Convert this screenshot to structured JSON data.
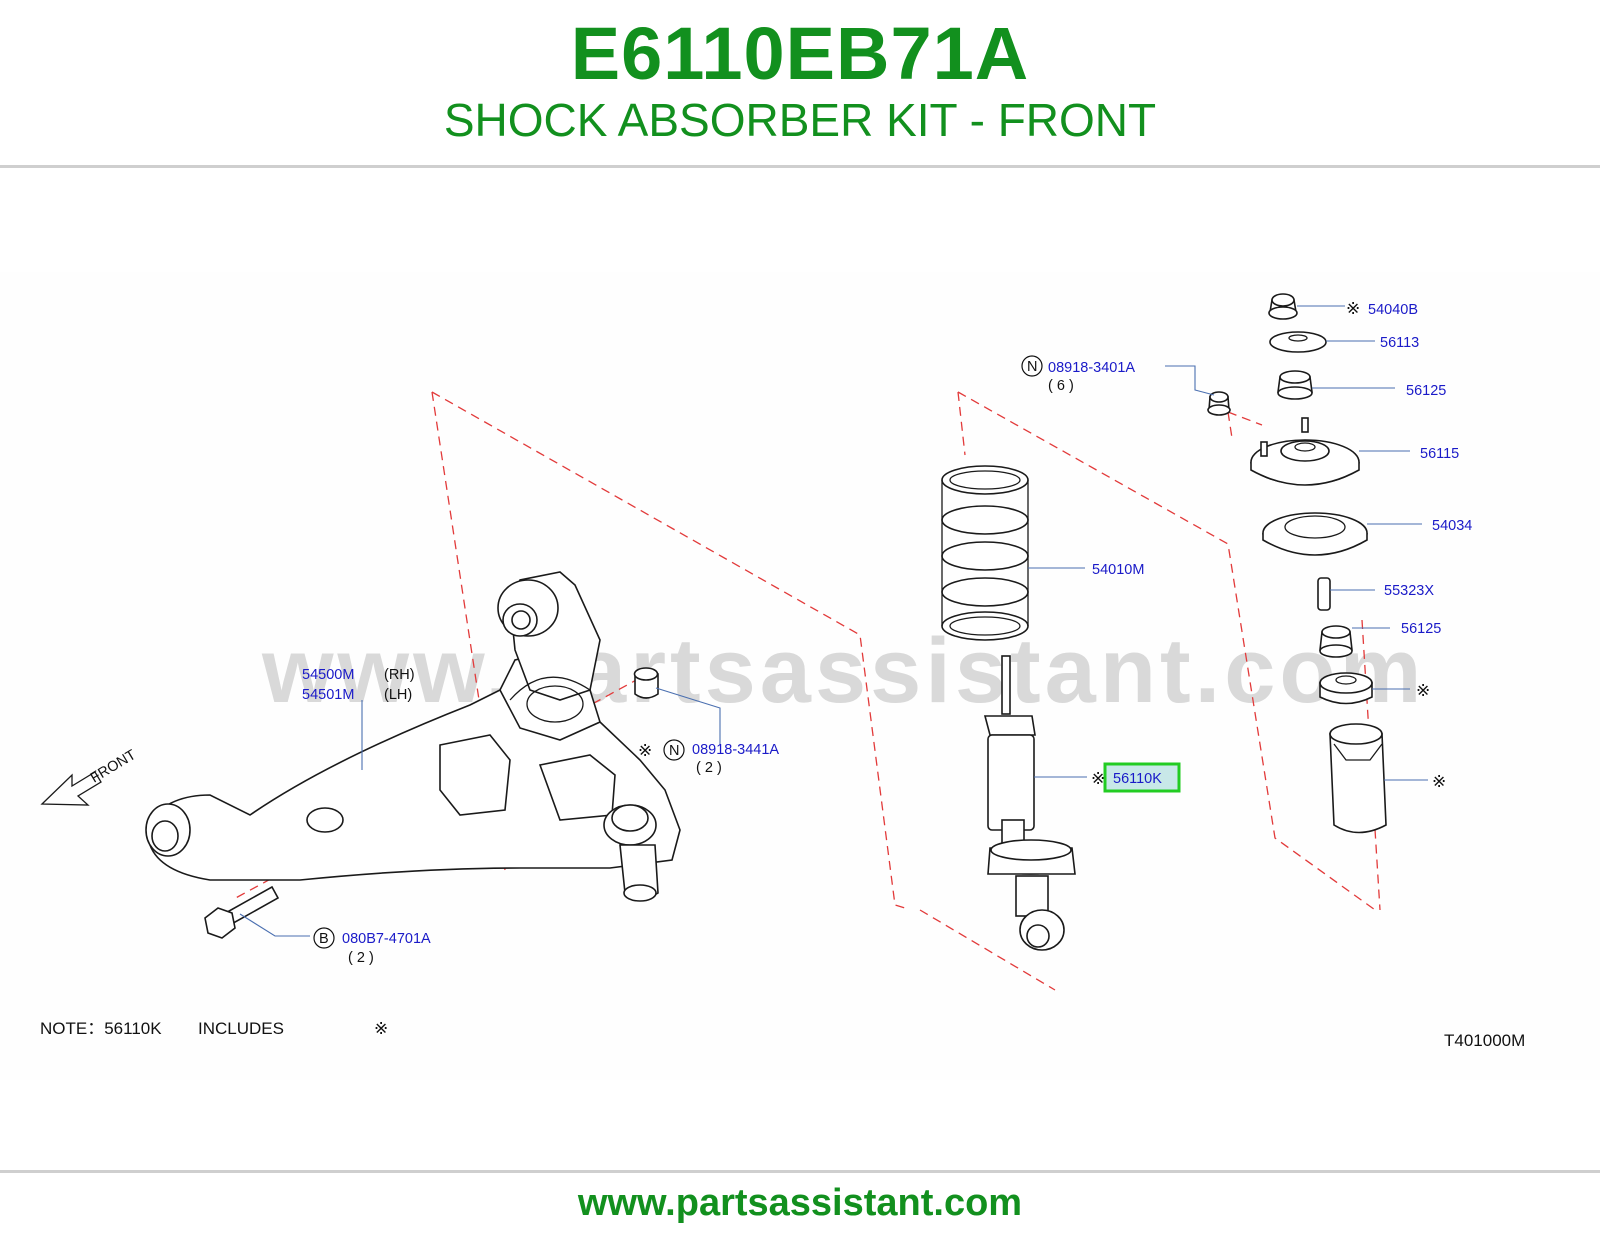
{
  "header": {
    "part_number": "E6110EB71A",
    "kit_name": "SHOCK ABSORBER KIT - FRONT"
  },
  "watermark": "www.partsassistant.com",
  "diagram": {
    "code": "T401000M",
    "note": {
      "prefix": "NOTE：56110K",
      "includes": "INCLUDES",
      "mark": "※"
    },
    "front_label": "FRONT",
    "callouts": {
      "c54040B": {
        "mark": "※",
        "part": "54040B"
      },
      "c56113": {
        "part": "56113"
      },
      "c56125_top": {
        "part": "56125"
      },
      "c56115": {
        "part": "56115"
      },
      "c54034": {
        "part": "54034"
      },
      "c55323X": {
        "part": "55323X"
      },
      "c56125_low": {
        "part": "56125"
      },
      "c_bump_stop": {
        "mark": "※"
      },
      "c_dust_boot": {
        "mark": "※"
      },
      "c54010M": {
        "part": "54010M"
      },
      "c56110K": {
        "mark": "※",
        "part": "56110K"
      },
      "c08918_3401A": {
        "circle": "N",
        "part": "08918-3401A",
        "qty": "( 6 )"
      },
      "c08918_3441A": {
        "mark": "※",
        "circle": "N",
        "part": "08918-3441A",
        "qty": "( 2 )"
      },
      "c54500M": {
        "part": "54500M",
        "side": "(RH)"
      },
      "c54501M": {
        "part": "54501M",
        "side": "(LH)"
      },
      "c080B7_4701A": {
        "circle": "B",
        "part": "080B7-4701A",
        "qty": "( 2 )"
      }
    },
    "highlight_color": "#22cc22"
  },
  "footer": {
    "url": "www.partsassistant.com"
  },
  "colors": {
    "brand_green": "#12901e",
    "part_number_blue": "#1a1ac8",
    "dash_red": "#e23a3a"
  }
}
